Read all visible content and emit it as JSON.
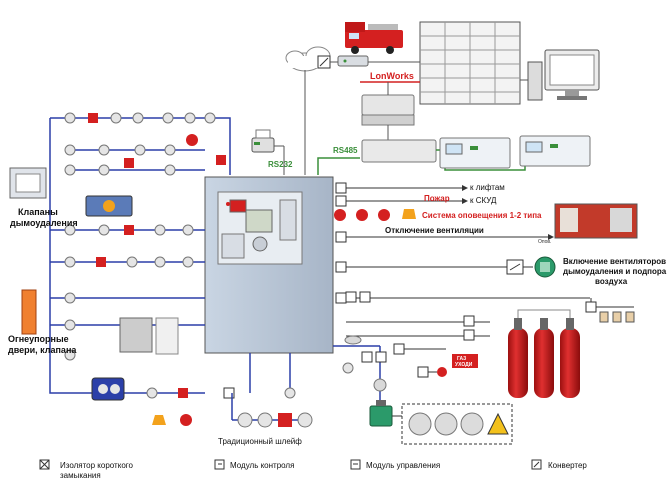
{
  "labels": {
    "lonworks": "LonWorks",
    "rs485": "RS485",
    "rs232": "RS232",
    "fire": "Пожар",
    "to_elevators": "к лифтам",
    "to_skud": "к СКУД",
    "alert_system": "Система оповещения 1-2 типа",
    "vent_off": "Отключение вентиляции",
    "opov": "Опов.",
    "fans_on_1": "Включение вентиляторов",
    "fans_on_2": "дымоудаления и подпора",
    "fans_on_3": "воздуха",
    "valves_1": "Клапаны",
    "valves_2": "дымоудаления",
    "doors_1": "Огнеупорные",
    "doors_2": "двери, клапана",
    "trad_loop": "Традиционный шлейф",
    "gas_1": "ГАЗ",
    "gas_2": "УХОДИ"
  },
  "legend": {
    "isolator_1": "Изолятор короткого",
    "isolator_2": "замыкания",
    "control_module": "Модуль контроля",
    "management_module": "Модуль управления",
    "converter": "Конвертер"
  },
  "colors": {
    "loop": "#2b3fa8",
    "bus": "#3a8f3a",
    "alarm_red": "#d42020",
    "panel": "#b9c7d8"
  }
}
